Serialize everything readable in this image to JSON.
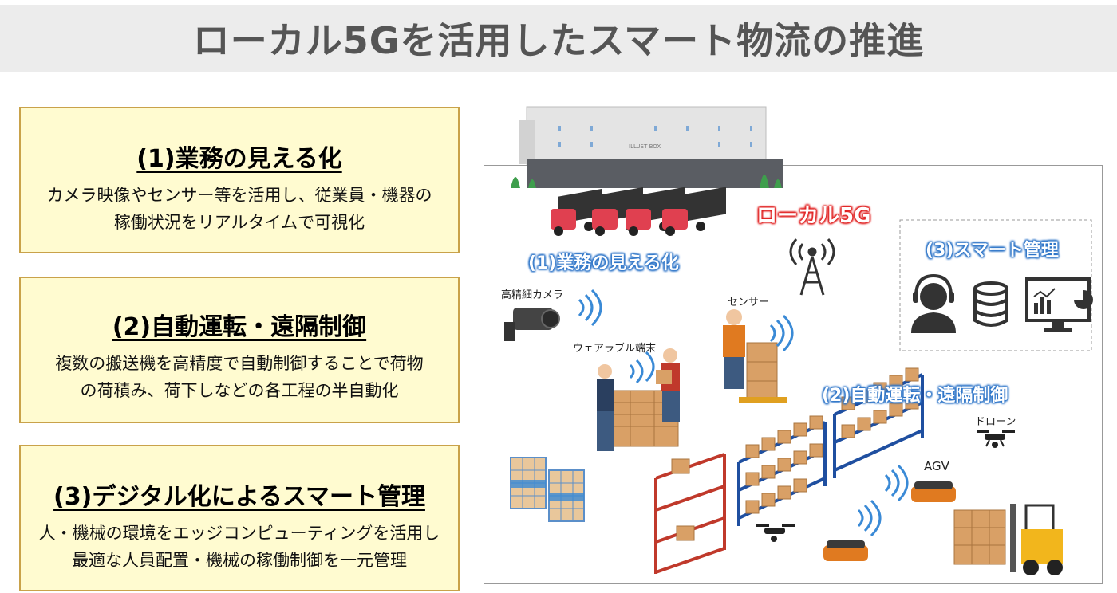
{
  "title": "ローカル5Gを活用したスマート物流の推進",
  "cards": [
    {
      "heading": "(1)業務の見える化",
      "line1": "カメラ映像やセンサー等を活用し、従業員・機器の",
      "line2": "稼働状況をリアルタイムで可視化"
    },
    {
      "heading": "(2)自動運転・遠隔制御",
      "line1": "複数の搬送機を高精度で自動制御することで荷物",
      "line2": "の荷積み、荷下しなどの各工程の半自動化"
    },
    {
      "heading": "(3)デジタル化によるスマート管理",
      "line1": "人・機械の環境をエッジコンピューティングを活用し",
      "line2": "最適な人員配置・機械の稼働制御を一元管理"
    }
  ],
  "illustration": {
    "local5g": "ローカル5G",
    "label_visibility": "(1)業務の見える化",
    "label_auto": "(2)自動運転・遠隔制御",
    "label_smart": "(3)スマート管理",
    "camera": "高精細カメラ",
    "sensor": "センサー",
    "wearable": "ウェアラブル端末",
    "drone": "ドローン",
    "agv": "AGV",
    "warehouse_sign": "ILLUST BOX"
  },
  "colors": {
    "accent_blue": "#2e75c8",
    "accent_red": "#e02020",
    "card_bg": "#fffbd0",
    "card_border": "#c9a24a"
  }
}
